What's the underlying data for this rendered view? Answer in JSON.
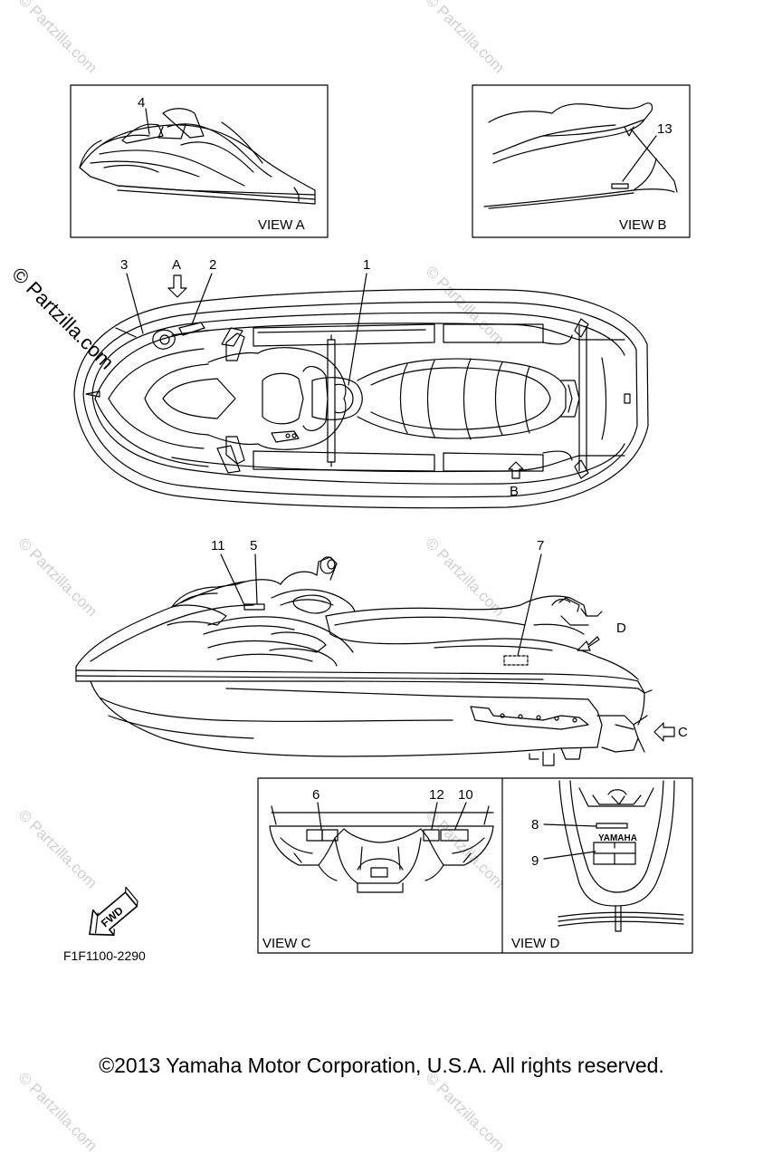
{
  "watermark": "© Partzilla.com",
  "views": {
    "a": "VIEW A",
    "b": "VIEW B",
    "c": "VIEW C",
    "d": "VIEW D"
  },
  "callouts": {
    "c1": "1",
    "c2": "2",
    "c3": "3",
    "c4": "4",
    "c5": "5",
    "c6": "6",
    "c7": "7",
    "c8": "8",
    "c9": "9",
    "c10": "10",
    "c11": "11",
    "c12": "12",
    "c13": "13",
    "arrow_a": "A",
    "arrow_b": "B",
    "arrow_c": "C",
    "arrow_d": "D"
  },
  "fwd_label": "FWD",
  "yamaha_badge": "YAMAHA",
  "part_code": "F1F1100-2290",
  "copyright": "©2013 Yamaha Motor Corporation, U.S.A. All rights reserved."
}
